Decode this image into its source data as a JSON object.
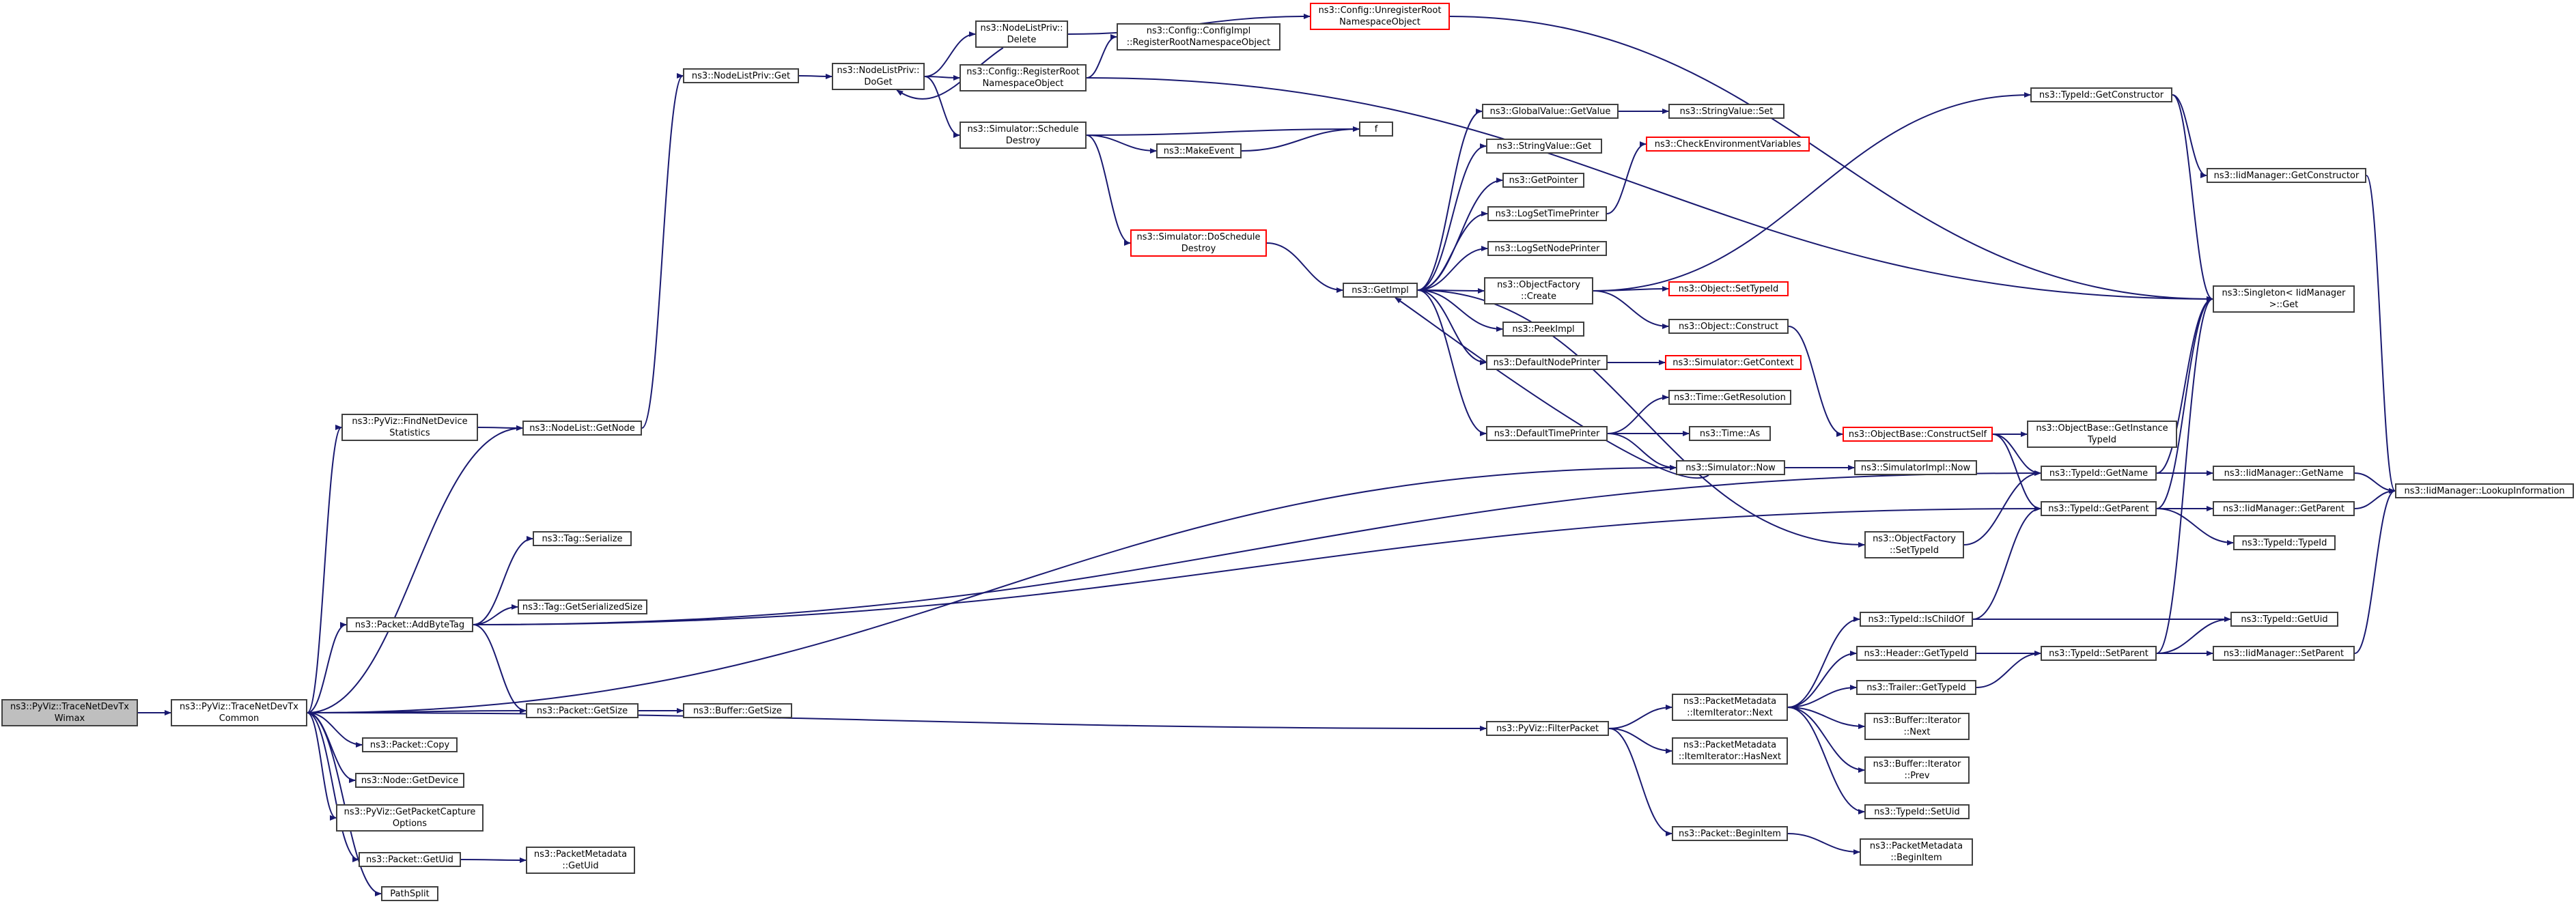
{
  "colors": {
    "edge": "#191970",
    "border": "#404040",
    "truncated_border": "#ff0000",
    "root_fill": "#bfbfbf",
    "node_fill": "#ffffff"
  },
  "nodes": {
    "root": {
      "lines": [
        "ns3::PyViz::TraceNetDevTx",
        "Wimax"
      ]
    },
    "tracecommon": {
      "lines": [
        "ns3::PyViz::TraceNetDevTx",
        "Common"
      ]
    },
    "findnetdev": {
      "lines": [
        "ns3::PyViz::FindNetDevice",
        "Statistics"
      ]
    },
    "nodelist_getnode": {
      "lines": [
        "ns3::NodeList::GetNode"
      ]
    },
    "nlp_get": {
      "lines": [
        "ns3::NodeListPriv::Get"
      ]
    },
    "nlp_doget": {
      "lines": [
        "ns3::NodeListPriv::",
        "DoGet"
      ]
    },
    "nlp_delete": {
      "lines": [
        "ns3::NodeListPriv::",
        "Delete"
      ]
    },
    "cfg_unreg": {
      "lines": [
        "ns3::Config::UnregisterRoot",
        "NamespaceObject"
      ]
    },
    "cfg_impl_reg": {
      "lines": [
        "ns3::Config::ConfigImpl",
        "::RegisterRootNamespaceObject"
      ]
    },
    "cfg_reg": {
      "lines": [
        "ns3::Config::RegisterRoot",
        "NamespaceObject"
      ]
    },
    "sim_sched_destroy": {
      "lines": [
        "ns3::Simulator::Schedule",
        "Destroy"
      ]
    },
    "f": {
      "lines": [
        "f"
      ]
    },
    "makeevent": {
      "lines": [
        "ns3::MakeEvent"
      ]
    },
    "sim_doschedule": {
      "lines": [
        "ns3::Simulator::DoSchedule",
        "Destroy"
      ]
    },
    "getimpl": {
      "lines": [
        "ns3::GetImpl"
      ]
    },
    "gv_getvalue": {
      "lines": [
        "ns3::GlobalValue::GetValue"
      ]
    },
    "strval_set": {
      "lines": [
        "ns3::StringValue::Set"
      ]
    },
    "strval_get": {
      "lines": [
        "ns3::StringValue::Get"
      ]
    },
    "getpointer": {
      "lines": [
        "ns3::GetPointer"
      ]
    },
    "checkenv": {
      "lines": [
        "ns3::CheckEnvironmentVariables"
      ]
    },
    "logsettime": {
      "lines": [
        "ns3::LogSetTimePrinter"
      ]
    },
    "logsetnode": {
      "lines": [
        "ns3::LogSetNodePrinter"
      ]
    },
    "objfactory_create": {
      "lines": [
        "ns3::ObjectFactory",
        "::Create"
      ]
    },
    "obj_settypeid": {
      "lines": [
        "ns3::Object::SetTypeId"
      ]
    },
    "obj_construct": {
      "lines": [
        "ns3::Object::Construct"
      ]
    },
    "peekimpl": {
      "lines": [
        "ns3::PeekImpl"
      ]
    },
    "defnodeprinter": {
      "lines": [
        "ns3::DefaultNodePrinter"
      ]
    },
    "sim_getcontext": {
      "lines": [
        "ns3::Simulator::GetContext"
      ]
    },
    "time_getres": {
      "lines": [
        "ns3::Time::GetResolution"
      ]
    },
    "deftimeprinter": {
      "lines": [
        "ns3::DefaultTimePrinter"
      ]
    },
    "time_as": {
      "lines": [
        "ns3::Time::As"
      ]
    },
    "sim_now": {
      "lines": [
        "ns3::Simulator::Now"
      ]
    },
    "simimpl_now": {
      "lines": [
        "ns3::SimulatorImpl::Now"
      ]
    },
    "objbase_constructself": {
      "lines": [
        "ns3::ObjectBase::ConstructSelf"
      ]
    },
    "objbase_getinstance": {
      "lines": [
        "ns3::ObjectBase::GetInstance",
        "TypeId"
      ]
    },
    "typeid_getname": {
      "lines": [
        "ns3::TypeId::GetName"
      ]
    },
    "typeid_getparent": {
      "lines": [
        "ns3::TypeId::GetParent"
      ]
    },
    "objfactory_settypeid": {
      "lines": [
        "ns3::ObjectFactory",
        "::SetTypeId"
      ]
    },
    "typeid_getconstructor": {
      "lines": [
        "ns3::TypeId::GetConstructor"
      ]
    },
    "iidm_getconstructor": {
      "lines": [
        "ns3::IidManager::GetConstructor"
      ]
    },
    "singleton_get": {
      "lines": [
        "ns3::Singleton< IidManager",
        " >::Get"
      ]
    },
    "iidm_getname": {
      "lines": [
        "ns3::IidManager::GetName"
      ]
    },
    "iidm_lookup": {
      "lines": [
        "ns3::IidManager::LookupInformation"
      ]
    },
    "iidm_getparent": {
      "lines": [
        "ns3::IidManager::GetParent"
      ]
    },
    "typeid_typeid": {
      "lines": [
        "ns3::TypeId::TypeId"
      ]
    },
    "tag_serialize": {
      "lines": [
        "ns3::Tag::Serialize"
      ]
    },
    "packet_addbytetag": {
      "lines": [
        "ns3::Packet::AddByteTag"
      ]
    },
    "tag_getserialsize": {
      "lines": [
        "ns3::Tag::GetSerializedSize"
      ]
    },
    "packet_getsize": {
      "lines": [
        "ns3::Packet::GetSize"
      ]
    },
    "buffer_getsize": {
      "lines": [
        "ns3::Buffer::GetSize"
      ]
    },
    "packet_copy": {
      "lines": [
        "ns3::Packet::Copy"
      ]
    },
    "node_getdevice": {
      "lines": [
        "ns3::Node::GetDevice"
      ]
    },
    "pyviz_getcapture": {
      "lines": [
        "ns3::PyViz::GetPacketCapture",
        "Options"
      ]
    },
    "packet_getuid": {
      "lines": [
        "ns3::Packet::GetUid"
      ]
    },
    "pm_getuid": {
      "lines": [
        "ns3::PacketMetadata",
        "::GetUid"
      ]
    },
    "pathsplit": {
      "lines": [
        "PathSplit"
      ]
    },
    "pyviz_filterpacket": {
      "lines": [
        "ns3::PyViz::FilterPacket"
      ]
    },
    "pm_itemit_next": {
      "lines": [
        "ns3::PacketMetadata",
        "::ItemIterator::Next"
      ]
    },
    "pm_itemit_hasnext": {
      "lines": [
        "ns3::PacketMetadata",
        "::ItemIterator::HasNext"
      ]
    },
    "packet_beginitem": {
      "lines": [
        "ns3::Packet::BeginItem"
      ]
    },
    "pm_beginitem": {
      "lines": [
        "ns3::PacketMetadata",
        "::BeginItem"
      ]
    },
    "typeid_ischildof": {
      "lines": [
        "ns3::TypeId::IsChildOf"
      ]
    },
    "header_gettypeid": {
      "lines": [
        "ns3::Header::GetTypeId"
      ]
    },
    "trailer_gettypeid": {
      "lines": [
        "ns3::Trailer::GetTypeId"
      ]
    },
    "buffer_it_next": {
      "lines": [
        "ns3::Buffer::Iterator",
        "::Next"
      ]
    },
    "buffer_it_prev": {
      "lines": [
        "ns3::Buffer::Iterator",
        "::Prev"
      ]
    },
    "typeid_setuid": {
      "lines": [
        "ns3::TypeId::SetUid"
      ]
    },
    "typeid_setparent": {
      "lines": [
        "ns3::TypeId::SetParent"
      ]
    },
    "typeid_getuid": {
      "lines": [
        "ns3::TypeId::GetUid"
      ]
    },
    "iidm_setparent": {
      "lines": [
        "ns3::IidManager::SetParent"
      ]
    }
  }
}
